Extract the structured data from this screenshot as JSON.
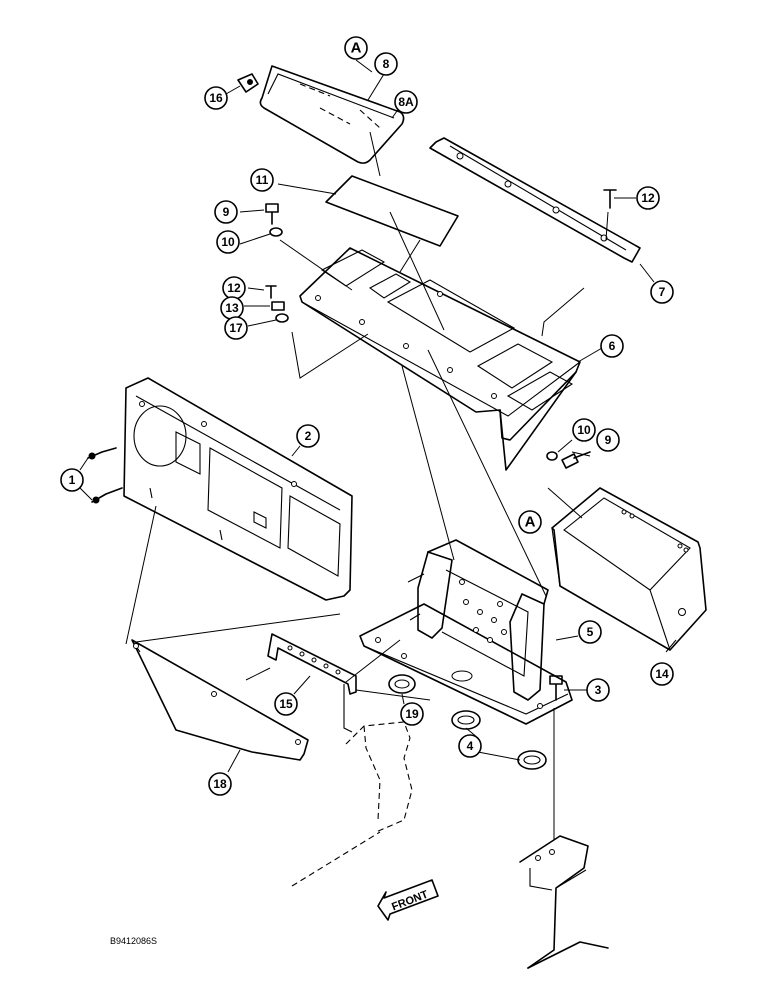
{
  "drawing_code": "B9412086S",
  "front_label": "FRONT",
  "callouts": [
    {
      "label": "A"
    },
    {
      "label": "8"
    },
    {
      "label": "8A"
    },
    {
      "label": "16"
    },
    {
      "label": "11"
    },
    {
      "label": "12"
    },
    {
      "label": "9"
    },
    {
      "label": "10"
    },
    {
      "label": "7"
    },
    {
      "label": "12"
    },
    {
      "label": "13"
    },
    {
      "label": "17"
    },
    {
      "label": "6"
    },
    {
      "label": "10"
    },
    {
      "label": "9"
    },
    {
      "label": "2"
    },
    {
      "label": "1"
    },
    {
      "label": "A"
    },
    {
      "label": "5"
    },
    {
      "label": "14"
    },
    {
      "label": "3"
    },
    {
      "label": "15"
    },
    {
      "label": "19"
    },
    {
      "label": "4"
    },
    {
      "label": "18"
    }
  ]
}
